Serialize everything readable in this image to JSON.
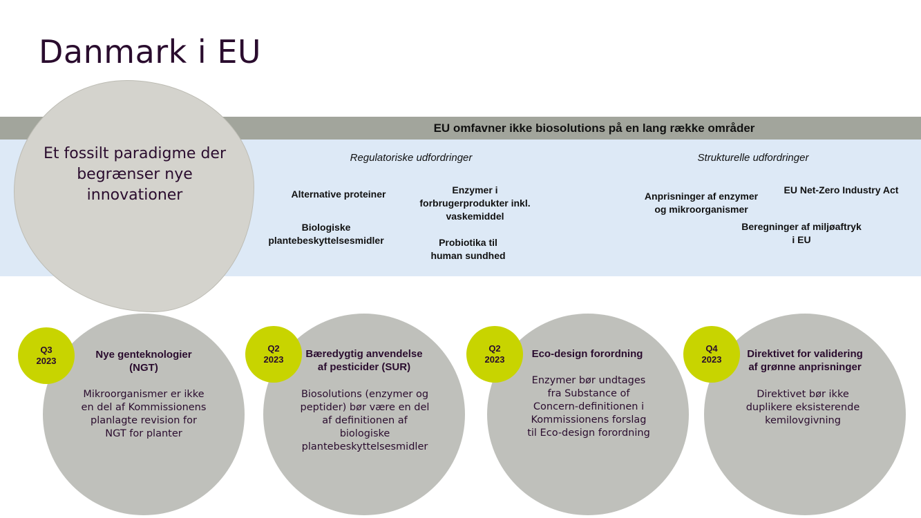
{
  "page": {
    "title": "Danmark i EU"
  },
  "banner": {
    "title": "EU omfavner ikke biosolutions på en lang række områder"
  },
  "blob": {
    "text": "Et fossilt paradigme der\nbegrænser nye\ninnovationer"
  },
  "regulatory": {
    "heading": "Regulatoriske udfordringer",
    "items": [
      "Alternative proteiner",
      "Enzymer i\nforbrugerprodukter inkl.\nvaskemiddel",
      "Biologiske\nplantebeskyttelsesmidler",
      "Probiotika til\nhuman sundhed"
    ]
  },
  "structural": {
    "heading": "Strukturelle udfordringer",
    "items": [
      "Anprisninger af enzymer\nog mikroorganismer",
      "EU Net-Zero Industry Act",
      "Beregninger af miljøaftryk\ni EU"
    ]
  },
  "cards": [
    {
      "badge": "Q3\n2023",
      "title": "Nye genteknologier\n(NGT)",
      "body": "Mikroorganismer er ikke\nen del af Kommissionens\nplanlagte revision for\nNGT for planter"
    },
    {
      "badge": "Q2\n2023",
      "title": "Bæredygtig anvendelse\naf pesticider (SUR)",
      "body": "Biosolutions (enzymer og\npeptider) bør være en del\naf definitionen af\nbiologiske\nplantebeskyttelsesmidler"
    },
    {
      "badge": "Q2\n2023",
      "title": "Eco-design forordning",
      "body": "Enzymer bør undtages\nfra Substance of\nConcern-definitionen i\nKommissionens forslag\ntil Eco-design forordning"
    },
    {
      "badge": "Q4\n2023",
      "title": "Direktivet for validering\naf grønne anprisninger",
      "body": "Direktivet bør ikke\nduplikere eksisterende\nkemilovgivning"
    }
  ],
  "colors": {
    "title_text": "#2a0c2e",
    "banner_bar": "#a2a59c",
    "band": "#dde9f6",
    "blob": "#d4d3cd",
    "card_circle": "#bfc0bb",
    "badge": "#c8d400"
  }
}
